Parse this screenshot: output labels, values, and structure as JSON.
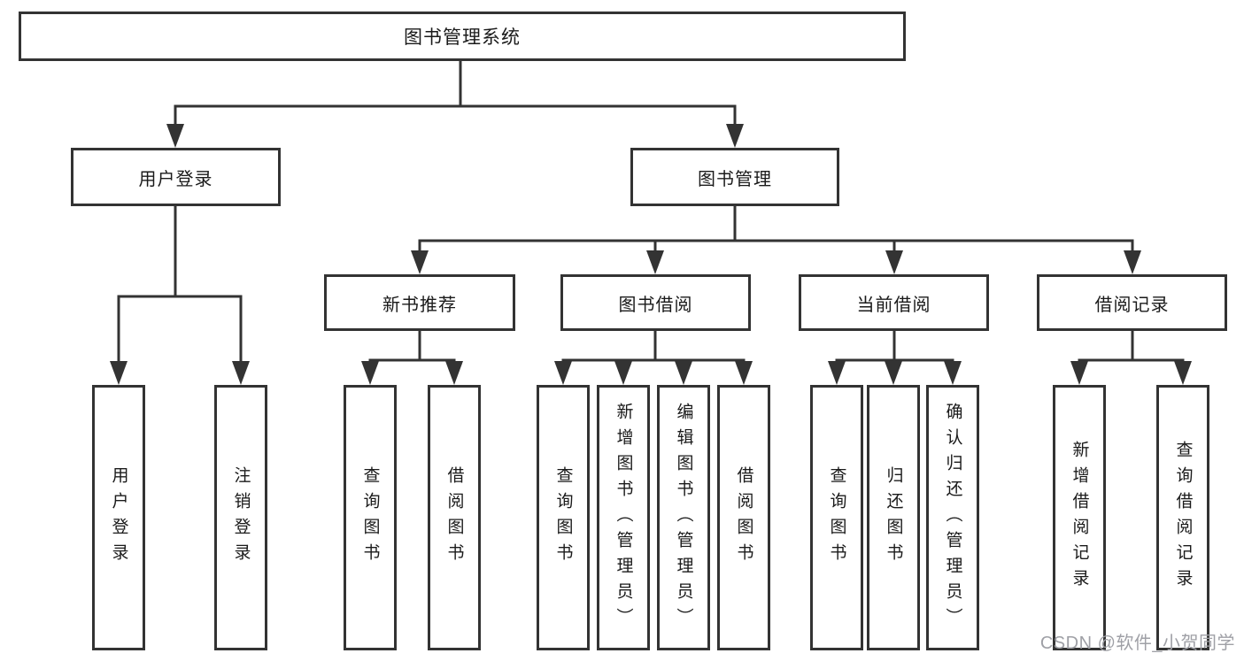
{
  "tree": {
    "label": "图书管理系统",
    "children": [
      {
        "label": "用户登录",
        "children": [
          {
            "label": "用户登录"
          },
          {
            "label": "注销登录"
          }
        ]
      },
      {
        "label": "图书管理",
        "children": [
          {
            "label": "新书推荐",
            "children": [
              {
                "label": "查询图书"
              },
              {
                "label": "借阅图书"
              }
            ]
          },
          {
            "label": "图书借阅",
            "children": [
              {
                "label": "查询图书"
              },
              {
                "label": "新增图书（管理员）"
              },
              {
                "label": "编辑图书（管理员）"
              },
              {
                "label": "借阅图书"
              }
            ]
          },
          {
            "label": "当前借阅",
            "children": [
              {
                "label": "查询图书"
              },
              {
                "label": "归还图书"
              },
              {
                "label": "确认归还（管理员）"
              }
            ]
          },
          {
            "label": "借阅记录",
            "children": [
              {
                "label": "新增借阅记录"
              },
              {
                "label": "查询借阅记录"
              }
            ]
          }
        ]
      }
    ]
  },
  "watermark": {
    "text": "CSDN @软件_小贺同学"
  },
  "colors": {
    "line": "#333333",
    "text": "#1a1a1a",
    "watermark": "#9fa0a6",
    "background": "#ffffff"
  }
}
